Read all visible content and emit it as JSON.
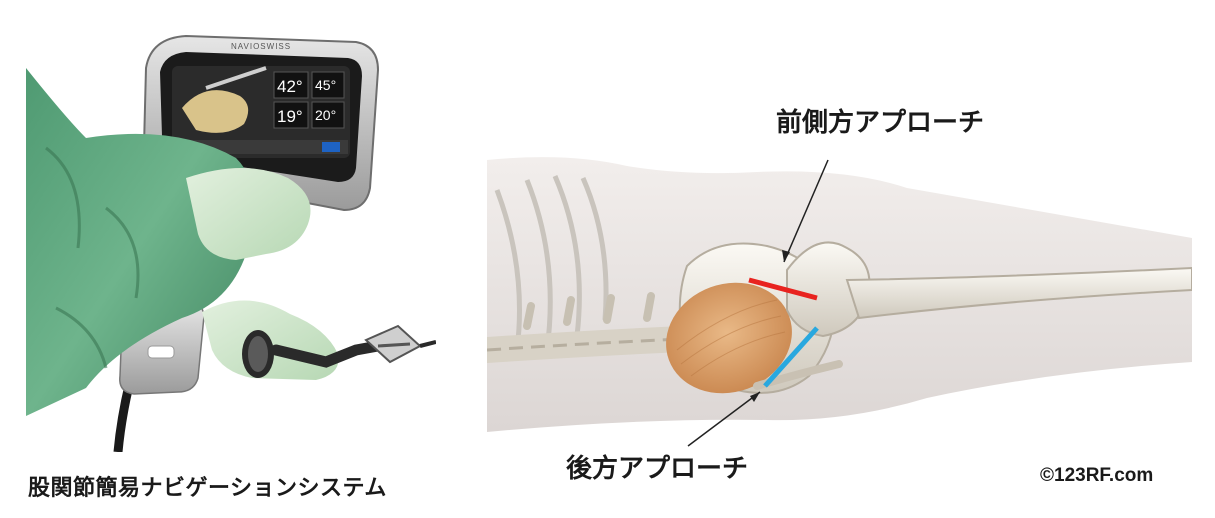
{
  "left_caption": "股関節簡易ナビゲーションシステム",
  "right_labels": {
    "anterolateral": "前側方アプローチ",
    "posterior": "後方アプローチ"
  },
  "copyright": "©123RF.com",
  "device": {
    "brand": "NAVIOSWISS",
    "readouts": [
      "42°",
      "45°",
      "19°",
      "20°"
    ]
  },
  "colors": {
    "anterolateral_line": "#e8231f",
    "posterior_line": "#29a8df",
    "gown_green": "#5aa07a",
    "glove_green": "#cfe6cc"
  }
}
